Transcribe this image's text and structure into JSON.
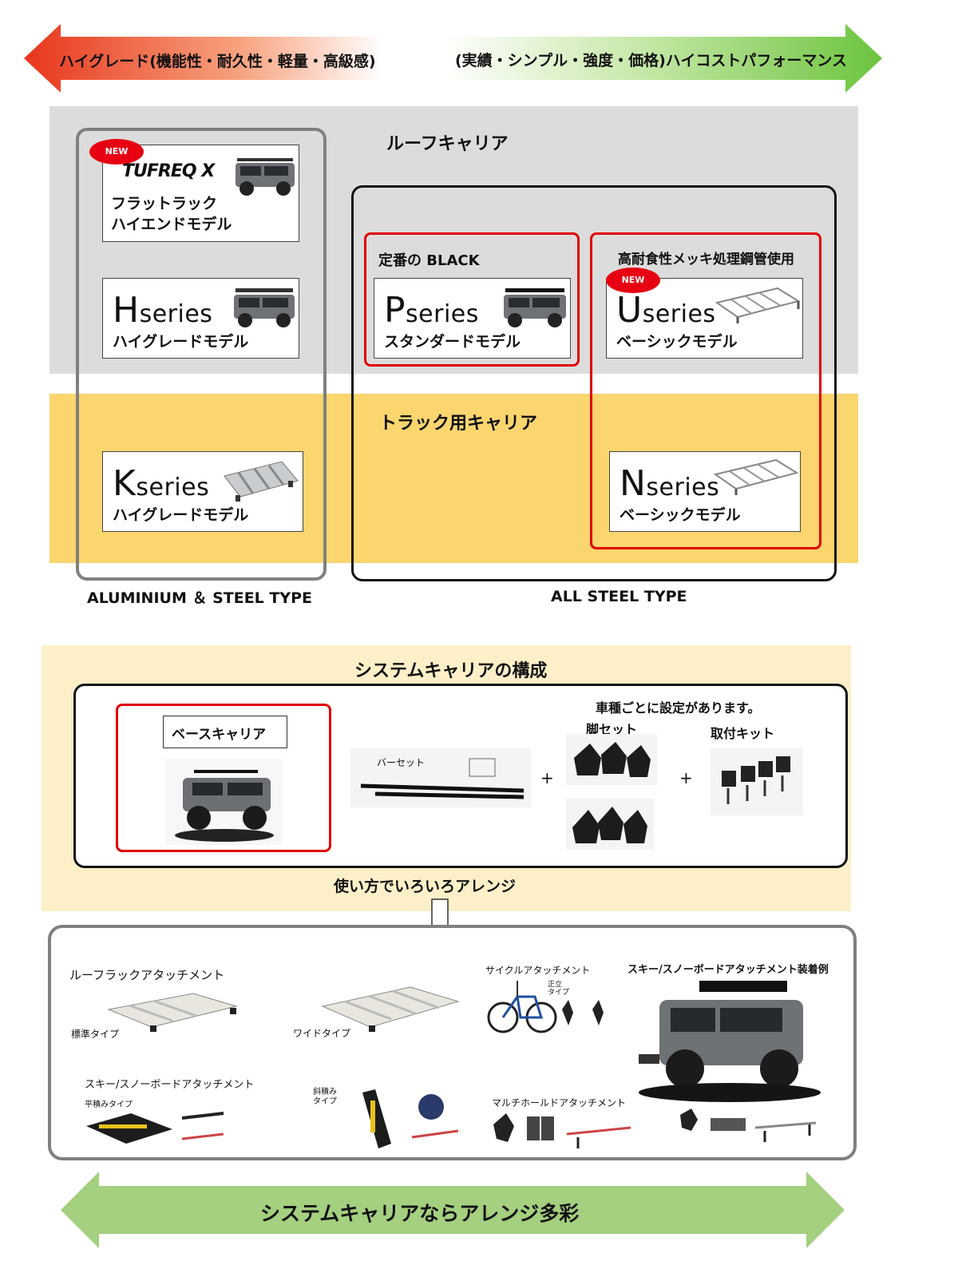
{
  "top_arrows": {
    "left_label": "ハイグレード(機能性・耐久性・軽量・高級感)",
    "right_label": "(実績・シンプル・強度・価格)ハイコストパフォーマンス",
    "left_color": "#f04a1e",
    "right_color": "#7ccd52"
  },
  "lineup": {
    "roof_heading": "ルーフキャリア",
    "truck_heading": "トラック用キャリア",
    "roof_bg": "#dcdcdc",
    "truck_bg": "#fbd56e",
    "new_badge": "NEW",
    "tuffreq_logo": "TUFREQ X",
    "tuffreq_line1": "フラットラック",
    "tuffreq_line2": "ハイエンドモデル",
    "h_letter": "H",
    "h_rest": "series",
    "h_sub": "ハイグレードモデル",
    "k_letter": "K",
    "k_rest": "series",
    "k_sub": "ハイグレードモデル",
    "p_caption": "定番の BLACK",
    "p_letter": "P",
    "p_rest": "series",
    "p_sub": "スタンダードモデル",
    "u_caption": "高耐食性メッキ処理鋼管使用",
    "u_letter": "U",
    "u_rest": "series",
    "u_sub": "ベーシックモデル",
    "n_letter": "N",
    "n_rest": "series",
    "n_sub": "ベーシックモデル",
    "aluminium_label": "ALUMINIUM ＆ STEEL TYPE",
    "steel_label": "ALL STEEL TYPE"
  },
  "system": {
    "heading": "システムキャリアの構成",
    "base_label": "ベースキャリア",
    "vehicle_note": "車種ごとに設定があります。",
    "leg_label": "脚セット",
    "kit_label": "取付キット",
    "bar_label": "バーセット",
    "plus": "+",
    "arrange_label": "使い方でいろいろアレンジ",
    "panel_bg": "#fdf0c8"
  },
  "attachments": {
    "roof_rack": "ルーフラックアタッチメント",
    "standard_type": "標準タイプ",
    "wide_type": "ワイドタイプ",
    "cycle": "サイクルアタッチメント",
    "upright": "正立\nタイプ",
    "ski_example": "スキー/スノーボードアタッチメント装着例",
    "ski": "スキー/スノーボードアタッチメント",
    "flat_type": "平積みタイプ",
    "slant_type": "斜積み\nタイプ",
    "multi": "マルチホールドアタッチメント"
  },
  "bottom_arrow": {
    "label": "システムキャリアならアレンジ多彩",
    "color": "#a4d07f"
  }
}
